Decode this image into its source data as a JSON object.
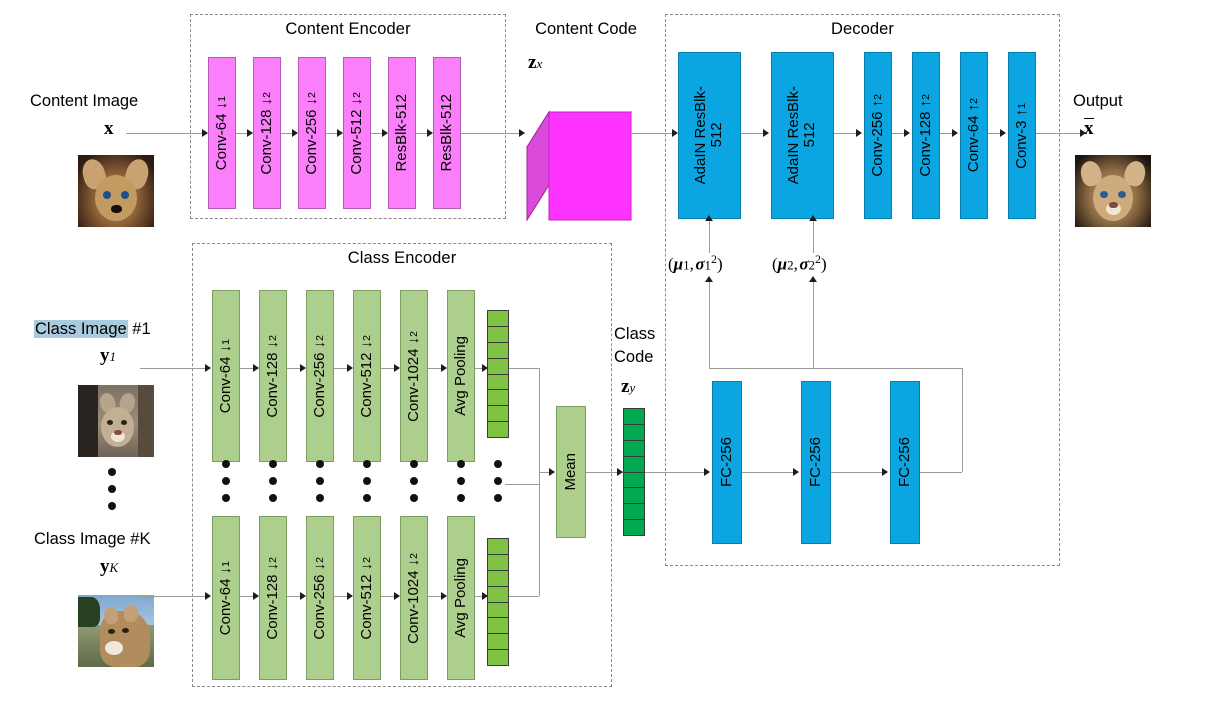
{
  "figure": {
    "title": "Few-shot image translation network architecture",
    "colors": {
      "content_encoder_block": "#FB7FFB",
      "class_encoder_block": "#ACCF8D",
      "decoder_block": "#0BA6E2",
      "class_code_vector": "#00A94F",
      "feature_vector": "#80C342",
      "content_code_3d": "#FF33FF",
      "group_border": "#8a8a8a",
      "highlight": "#A8CBDD"
    }
  },
  "groups": {
    "content_encoder": {
      "title": "Content Encoder"
    },
    "class_encoder": {
      "title": "Class Encoder"
    },
    "decoder": {
      "title": "Decoder"
    }
  },
  "content_encoder": {
    "blocks": [
      {
        "name": "Conv-64",
        "arrow": "↓",
        "stride": "1",
        "label": "Conv-64 ↓1"
      },
      {
        "name": "Conv-128",
        "arrow": "↓",
        "stride": "2",
        "label": "Conv-128 ↓2"
      },
      {
        "name": "Conv-256",
        "arrow": "↓",
        "stride": "2",
        "label": "Conv-256 ↓2"
      },
      {
        "name": "Conv-512",
        "arrow": "↓",
        "stride": "2",
        "label": "Conv-512 ↓2"
      },
      {
        "name": "ResBlk-512",
        "arrow": "",
        "stride": "",
        "label": "ResBlk-512"
      },
      {
        "name": "ResBlk-512",
        "arrow": "",
        "stride": "",
        "label": "ResBlk-512"
      }
    ]
  },
  "class_encoder": {
    "blocks": [
      {
        "name": "Conv-64",
        "arrow": "↓",
        "stride": "1",
        "label": "Conv-64 ↓1"
      },
      {
        "name": "Conv-128",
        "arrow": "↓",
        "stride": "2",
        "label": "Conv-128 ↓2"
      },
      {
        "name": "Conv-256",
        "arrow": "↓",
        "stride": "2",
        "label": "Conv-256 ↓2"
      },
      {
        "name": "Conv-512",
        "arrow": "↓",
        "stride": "2",
        "label": "Conv-512 ↓2"
      },
      {
        "name": "Conv-1024",
        "arrow": "↓",
        "stride": "2",
        "label": "Conv-1024 ↓2"
      },
      {
        "name": "Avg Pooling",
        "arrow": "",
        "stride": "",
        "label": "Avg Pooling"
      }
    ],
    "feature_vector_cells": 8,
    "mean_block_label": "Mean"
  },
  "decoder": {
    "blocks": [
      {
        "name": "AdaIN ResBlk-512",
        "arrow": "",
        "stride": "",
        "label": "AdaIN ResBlk-\n512",
        "wide": true
      },
      {
        "name": "AdaIN ResBlk-512",
        "arrow": "",
        "stride": "",
        "label": "AdaIN ResBlk-\n512",
        "wide": true
      },
      {
        "name": "Conv-256",
        "arrow": "↑",
        "stride": "2",
        "label": "Conv-256 ↑2",
        "wide": false
      },
      {
        "name": "Conv-128",
        "arrow": "↑",
        "stride": "2",
        "label": "Conv-128 ↑2",
        "wide": false
      },
      {
        "name": "Conv-64",
        "arrow": "↑",
        "stride": "2",
        "label": "Conv-64 ↑2",
        "wide": false
      },
      {
        "name": "Conv-3",
        "arrow": "↑",
        "stride": "1",
        "label": "Conv-3 ↑1",
        "wide": false
      }
    ],
    "fc_blocks": [
      {
        "label": "FC-256"
      },
      {
        "label": "FC-256"
      },
      {
        "label": "FC-256"
      }
    ],
    "adain_params": [
      {
        "text": "(μ1, σ1²)",
        "mu": "μ",
        "mu_sub": "1",
        "sigma": "σ",
        "sigma_sub": "1",
        "sigma_sup": "2"
      },
      {
        "text": "(μ2, σ2²)",
        "mu": "μ",
        "mu_sub": "2",
        "sigma": "σ",
        "sigma_sub": "2",
        "sigma_sup": "2"
      }
    ]
  },
  "labels": {
    "content_image": "Content Image",
    "content_image_symbol": "x",
    "content_code": "Content Code",
    "content_code_symbol": "z",
    "content_code_sub": "x",
    "class_image_1": "Class Image",
    "class_image_1_suffix": " #1",
    "class_image_1_symbol": "y",
    "class_image_1_sub": "1",
    "class_image_k": "Class Image #K",
    "class_image_k_symbol": "y",
    "class_image_k_sub": "K",
    "class_code_line1": "Class",
    "class_code_line2": "Code",
    "class_code_symbol": "z",
    "class_code_sub": "y",
    "output": "Output",
    "output_symbol": "x"
  },
  "thumbnails": [
    {
      "name": "content-image-dog-photo",
      "subject": "dog"
    },
    {
      "name": "class-image-1-cougar-photo",
      "subject": "cougar front"
    },
    {
      "name": "class-image-k-cougar-photo",
      "subject": "cougar side"
    },
    {
      "name": "output-image-cub-photo",
      "subject": "cougar cub"
    }
  ],
  "ellipsis": {
    "dot_count": 3,
    "columns": 7
  }
}
